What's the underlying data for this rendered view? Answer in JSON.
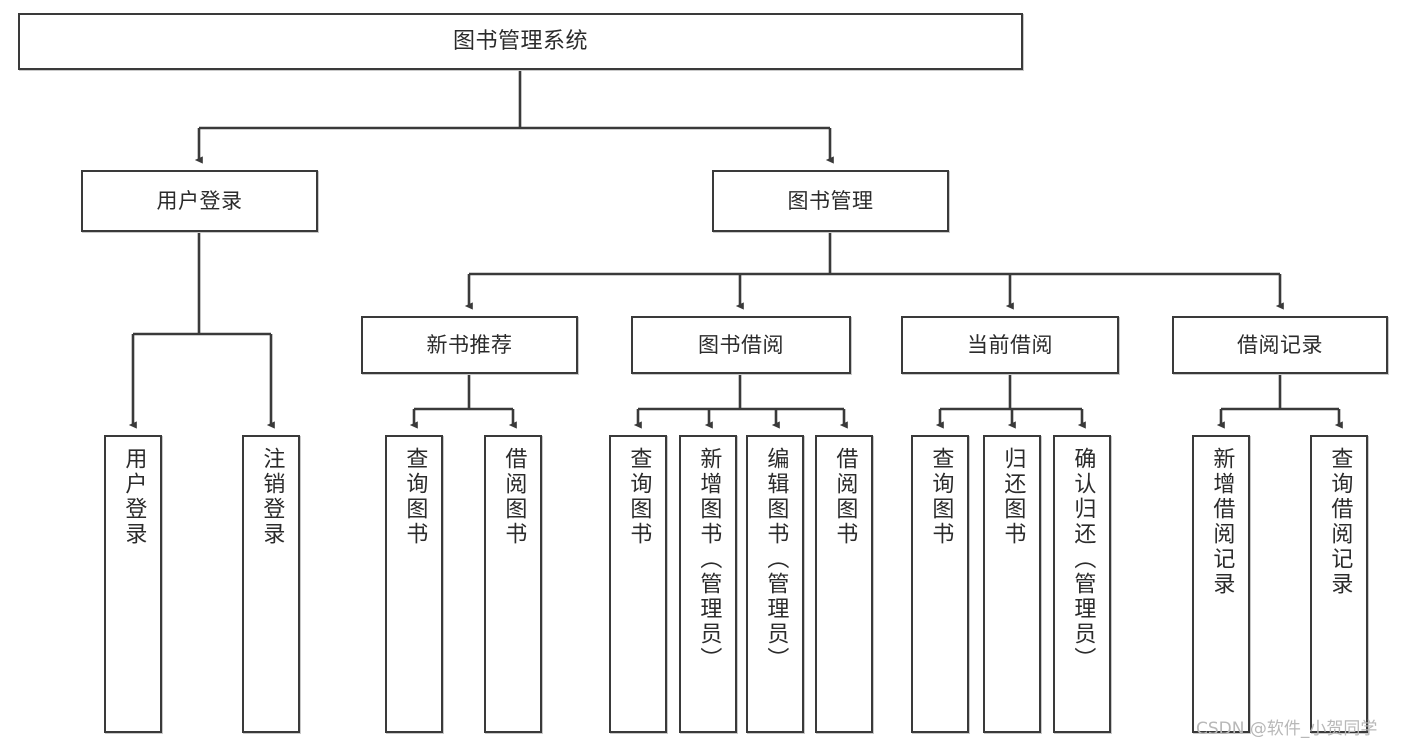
{
  "diagram": {
    "title": "图书管理系统",
    "type": "tree-hierarchy-diagram",
    "colors": {
      "box_border": "#3a3a3a",
      "box_fill": "#ffffff",
      "connector": "#3a3a3a",
      "text": "#2b2b2b",
      "watermark": "#b8b8b8",
      "background": "#ffffff"
    }
  },
  "root": {
    "label": "图书管理系统"
  },
  "level2": [
    {
      "id": "user-login",
      "label": "用户登录"
    },
    {
      "id": "book-manage",
      "label": "图书管理"
    }
  ],
  "level3": [
    {
      "id": "new-book-rec",
      "label": "新书推荐"
    },
    {
      "id": "book-borrow",
      "label": "图书借阅"
    },
    {
      "id": "current-borrow",
      "label": "当前借阅"
    },
    {
      "id": "borrow-record",
      "label": "借阅记录"
    }
  ],
  "leaves": {
    "user_login": [
      {
        "id": "user-login",
        "label": "用户登录"
      },
      {
        "id": "user-logout",
        "label": "注销登录"
      }
    ],
    "new_book_rec": [
      {
        "id": "nb-query",
        "label": "查询图书"
      },
      {
        "id": "nb-borrow",
        "label": "借阅图书"
      }
    ],
    "book_borrow": [
      {
        "id": "bb-query",
        "label": "查询图书"
      },
      {
        "id": "bb-add",
        "label": "新增图书（管理员）"
      },
      {
        "id": "bb-edit",
        "label": "编辑图书（管理员）"
      },
      {
        "id": "bb-borrow",
        "label": "借阅图书"
      }
    ],
    "current_borrow": [
      {
        "id": "cb-query",
        "label": "查询图书"
      },
      {
        "id": "cb-return",
        "label": "归还图书"
      },
      {
        "id": "cb-confirm",
        "label": "确认归还（管理员）"
      }
    ],
    "borrow_record": [
      {
        "id": "br-add",
        "label": "新增借阅记录"
      },
      {
        "id": "br-query",
        "label": "查询借阅记录"
      }
    ]
  },
  "watermark": {
    "text": "CSDN @软件_小贺同学"
  }
}
